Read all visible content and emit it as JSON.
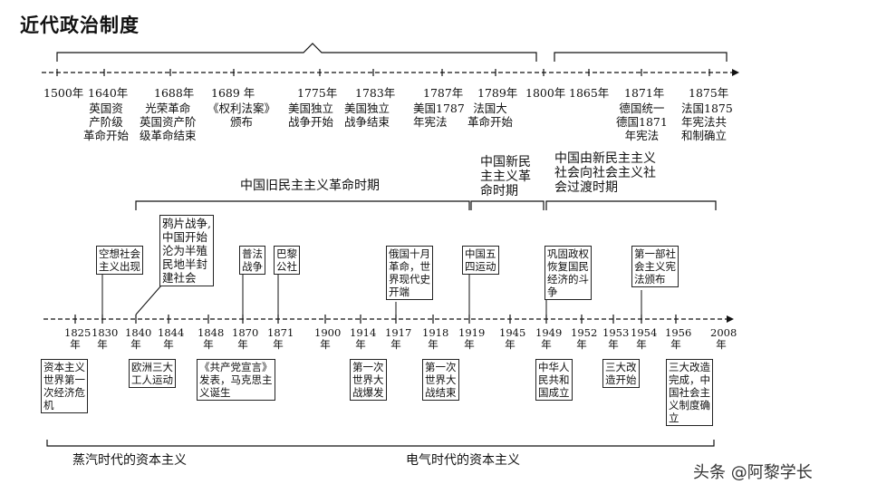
{
  "title": "近代政治制度",
  "top_years": [
    "1500年",
    "1640年",
    "1688年",
    "1689 年",
    "1775年",
    "1783年",
    "1787年",
    "1789年",
    "1800年",
    "1865年",
    "1871年",
    "1875年"
  ],
  "top_events": {
    "e1640": [
      "英国资",
      "产阶级",
      "革命开始"
    ],
    "e1688": [
      "光荣革命",
      "英国资产阶",
      "级革命结束"
    ],
    "e1689": [
      "《权利法案》",
      "颁布"
    ],
    "e1775": [
      "美国独立",
      "战争开始"
    ],
    "e1783": [
      "美国独立",
      "战争结束"
    ],
    "e1787": [
      "美国1787",
      "年宪法"
    ],
    "e1789": [
      "法国大",
      "革命开始"
    ],
    "e1871": [
      "德国统一",
      "德国1871",
      "年宪法"
    ],
    "e1875": [
      "法国1875",
      "年宪法共",
      "和制确立"
    ]
  },
  "periods": {
    "old": "中国旧民主主义革命时期",
    "new": [
      "中国新民",
      "主主义革",
      "命时期"
    ],
    "transition": [
      "中国由新民主主义",
      "社会向社会主义社",
      "会过渡时期"
    ]
  },
  "upper_boxes": {
    "utopian": [
      "空想社会",
      "主义出现"
    ],
    "opium": [
      "鸦片战争,",
      "中国开始",
      "沦为半殖",
      "民地半封",
      "建社会"
    ],
    "franco": [
      "普法",
      "战争"
    ],
    "paris": [
      "巴黎",
      "公社"
    ],
    "october": [
      "俄国十月",
      "革命，世",
      "界现代史",
      "开端"
    ],
    "may4": [
      "中国五",
      "四运动"
    ],
    "consolidate": [
      "巩固政权",
      "恢复国民",
      "经济的斗",
      "争"
    ],
    "constitution": [
      "第一部社",
      "会主义宪",
      "法颁布"
    ]
  },
  "bottom_years": [
    "1825",
    "1830",
    "1840",
    "1844",
    "1848",
    "1870",
    "1871",
    "1900",
    "1914",
    "1917",
    "1918",
    "1919",
    "1945",
    "1949",
    "1952",
    "1953",
    "1954",
    "1956",
    "2008"
  ],
  "year_suffix": "年",
  "lower_boxes": {
    "crisis": [
      "资本主义",
      "世界第一",
      "次经济危",
      "机"
    ],
    "chartist": [
      "欧洲三大",
      "工人运动"
    ],
    "manifesto": [
      "《共产党宣言》",
      "发表，马克思主",
      "义诞生"
    ],
    "ww1_start": [
      "第一次",
      "世界大",
      "战爆发"
    ],
    "ww1_end": [
      "第一次",
      "世界大",
      "战结束"
    ],
    "prc": [
      "中华人",
      "民共和",
      "国成立"
    ],
    "reform_start": [
      "三大改",
      "造开始"
    ],
    "reform_done": [
      "三大改造",
      "完成，中",
      "国社会主",
      "义制度确",
      "立"
    ]
  },
  "eras": {
    "steam": "蒸汽时代的资本主义",
    "electric": "电气时代的资本主义"
  },
  "watermark": "头条 @阿黎学长"
}
